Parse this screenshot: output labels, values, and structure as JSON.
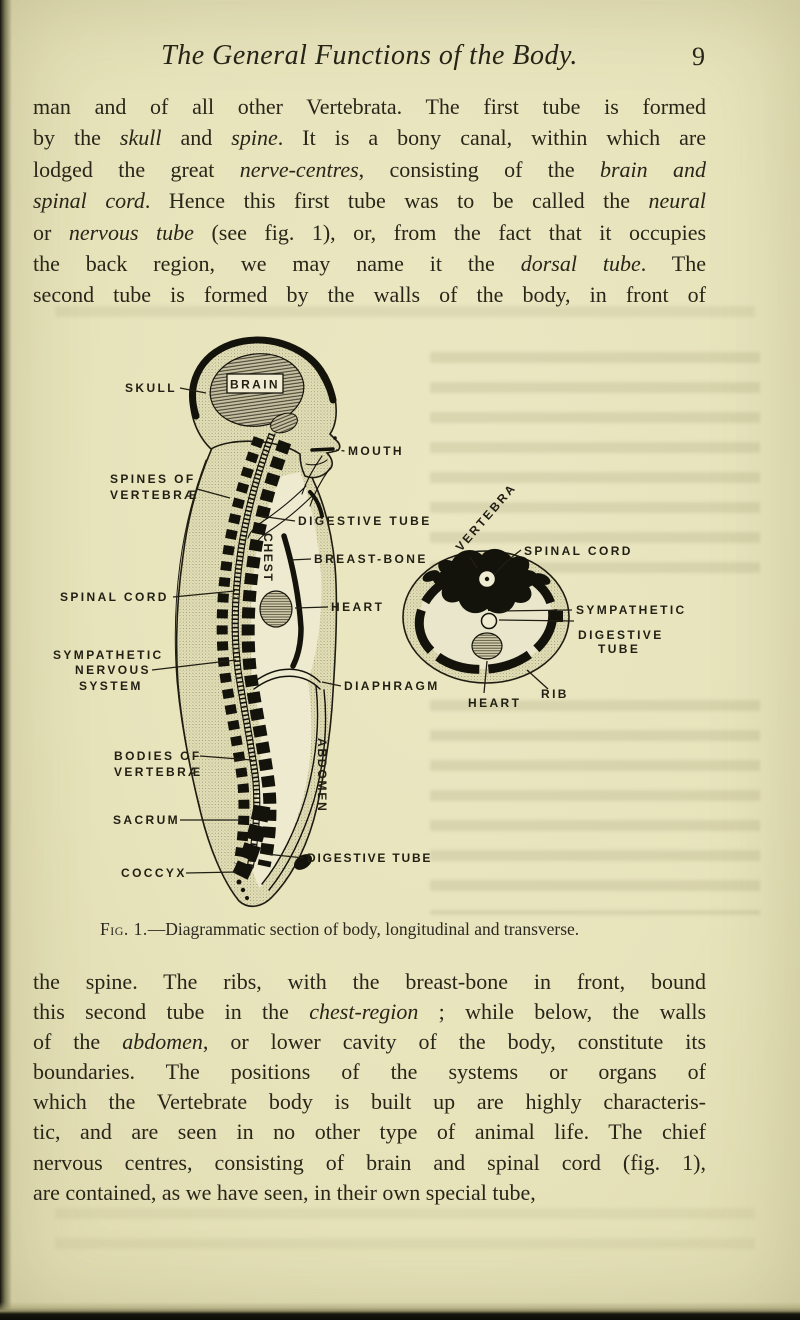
{
  "header": {
    "title": "The General Functions of the Body.",
    "page_number": "9"
  },
  "paragraph_1": {
    "lines": [
      [
        "man and of all other Vertebrata. The first tube is formed"
      ],
      [
        "by the ",
        {
          "i": "skull"
        },
        " and ",
        {
          "i": "spine"
        },
        ". It is a bony canal, within which are"
      ],
      [
        "lodged the great ",
        {
          "i": "nerve-centres"
        },
        ", consisting of the ",
        {
          "i": "brain and"
        }
      ],
      [
        {
          "i": "spinal cord"
        },
        ". Hence this first tube was to be called the ",
        {
          "i": "neural"
        }
      ],
      [
        "or ",
        {
          "i": "nervous tube"
        },
        " (see fig. 1), or, from the fact that it occupies"
      ],
      [
        "the back region, we may name it the ",
        {
          "i": "dorsal tube"
        },
        ". The"
      ],
      [
        "second tube is formed by the walls of the body, in front of"
      ]
    ]
  },
  "figure": {
    "caption_prefix": "Fig. 1.",
    "caption_text": "—Diagrammatic section of body, longitudinal and transverse.",
    "labels": {
      "skull": "SKULL",
      "brain": "BRAIN",
      "mouth": "MOUTH",
      "spines_of_1": "SPINES OF",
      "spines_of_2": "VERTEBRÆ",
      "digestive_tube_upper": "DIGESTIVE TUBE",
      "chest": "CHEST",
      "breast_bone": "BREAST-BONE",
      "spinal_cord_left": "SPINAL CORD",
      "heart_left": "HEART",
      "sympathetic_1": "SYMPATHETIC",
      "sympathetic_2": "NERVOUS",
      "sympathetic_3": "SYSTEM",
      "diaphragm": "DIAPHRAGM",
      "abdomen": "ABDOMEN",
      "bodies_of_1": "BODIES OF",
      "bodies_of_2": "VERTEBRÆ",
      "sacrum": "SACRUM",
      "coccyx": "COCCYX",
      "digestive_tube_lower": "DIGESTIVE TUBE",
      "vertebra": "VERTEBRA",
      "spinal_cord_right": "SPINAL CORD",
      "sympathetic_right": "SYMPATHETIC",
      "digestive_right_1": "DIGESTIVE",
      "digestive_right_2": "TUBE",
      "heart_right": "HEART",
      "rib": "RIB"
    }
  },
  "paragraph_2": {
    "lines": [
      [
        "the spine. The ribs, with the breast-bone in front, bound"
      ],
      [
        "this second tube in the ",
        {
          "i": "chest-region"
        },
        " ; while below, the walls"
      ],
      [
        "of the ",
        {
          "i": "abdomen"
        },
        ", or lower cavity of the body, constitute its"
      ],
      [
        "boundaries. The positions of the systems or organs of"
      ],
      [
        "which the Vertebrate body is built up are highly characteris-"
      ],
      [
        "tic, and are seen in no other type of animal life. The chief"
      ],
      [
        "nervous centres, consisting of brain and spinal cord (fig. 1),"
      ],
      [
        "are contained, as we have seen, in their own special tube,"
      ]
    ]
  }
}
